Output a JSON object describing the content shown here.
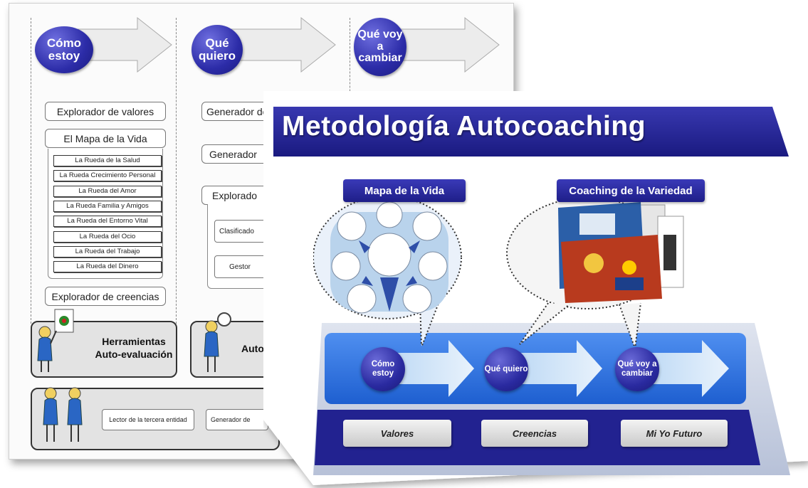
{
  "back_sheet": {
    "stages": [
      {
        "label": "Cómo estoy"
      },
      {
        "label": "Qué quiero"
      },
      {
        "label": "Qué voy a cambiar"
      }
    ],
    "col1": {
      "explorador_valores": "Explorador de valores",
      "mapa_vida": "El Mapa de la Vida",
      "ruedas": [
        "La Rueda de la Salud",
        "La Rueda Crecimiento Personal",
        "La Rueda del Amor",
        "La Rueda Familia y Amigos",
        "La Rueda del Entorno Vital",
        "La Rueda del Ocio",
        "La Rueda del Trabajo",
        "La Rueda del Dinero"
      ],
      "explorador_creencias": "Explorador de creencias",
      "tools_label": "Herramientas Auto-evaluación"
    },
    "col2": {
      "generador1": "Generador de",
      "generador2": "Generador",
      "explorador": "Explorado",
      "clasificador": "Clasificado",
      "gestor": "Gestor",
      "tools_label": "Auto"
    },
    "bottom": {
      "lector": "Lector de la tercera entidad",
      "generador": "Generador de"
    }
  },
  "front_sheet": {
    "title": "Metodología Autocoaching",
    "tab_left": "Mapa de la Vida",
    "tab_right": "Coaching de la Variedad",
    "stages": [
      "Cómo estoy",
      "Qué quiero",
      "Qué voy a cambiar"
    ],
    "pillars": [
      "Valores",
      "Creencias",
      "Mi Yo Futuro"
    ]
  },
  "colors": {
    "navy": "#1e1e88",
    "blue_band": "#2f6fe0",
    "platform": "#c9d3e6"
  }
}
